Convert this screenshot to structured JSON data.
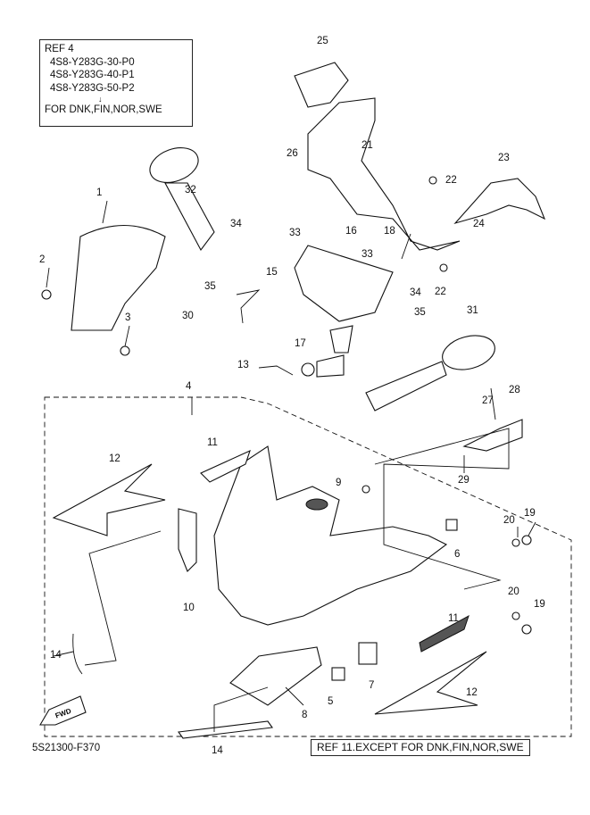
{
  "ref_box_top": {
    "title": "REF 4",
    "codes": [
      "4S8-Y283G-30-P0",
      "4S8-Y283G-40-P1",
      "4S8-Y283G-50-P2"
    ],
    "arrow": "↓",
    "note": "FOR DNK,FIN,NOR,SWE"
  },
  "ref_box_bottom": "REF 11.EXCEPT FOR DNK,FIN,NOR,SWE",
  "diagram_code": "5S21300-F370",
  "fwd_label": "FWD",
  "callouts": [
    "25",
    "26",
    "21",
    "22",
    "23",
    "24",
    "32",
    "1",
    "34",
    "33",
    "16",
    "18",
    "33",
    "22",
    "15",
    "34",
    "35",
    "2",
    "35",
    "30",
    "3",
    "31",
    "17",
    "13",
    "4",
    "28",
    "27",
    "29",
    "11",
    "12",
    "9",
    "20",
    "19",
    "6",
    "10",
    "20",
    "19",
    "11",
    "14",
    "7",
    "12",
    "5",
    "8",
    "14"
  ]
}
